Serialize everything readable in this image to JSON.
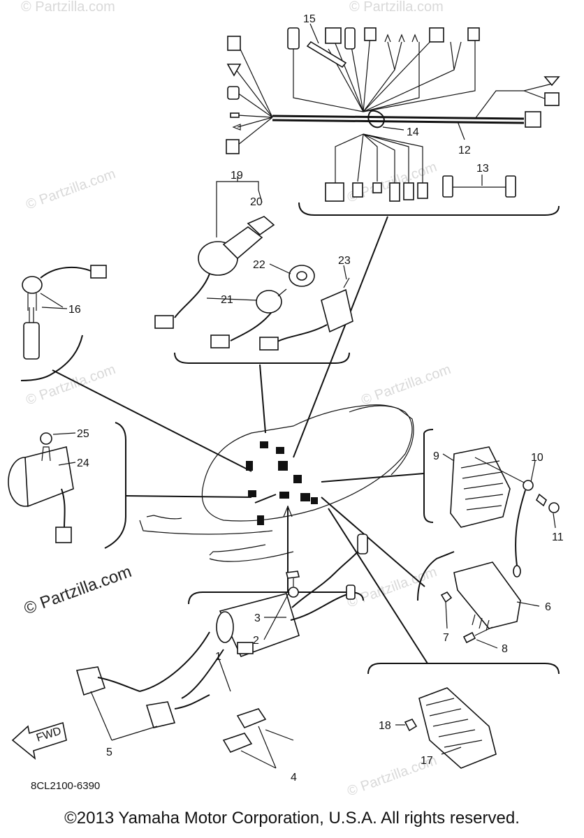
{
  "diagram": {
    "part_numbers": [
      "1",
      "2",
      "3",
      "4",
      "5",
      "6",
      "7",
      "8",
      "9",
      "10",
      "11",
      "12",
      "13",
      "14",
      "15",
      "16",
      "17",
      "18",
      "19",
      "20",
      "21",
      "22",
      "23",
      "24",
      "25"
    ],
    "diagram_code": "8CL2100-6390",
    "fwd_label": "FWD",
    "watermark": "© Partzilla.com",
    "brand_watermark": "© Partzilla.com",
    "copyright": "©2013 Yamaha Motor Corporation, U.S.A. All rights reserved."
  }
}
